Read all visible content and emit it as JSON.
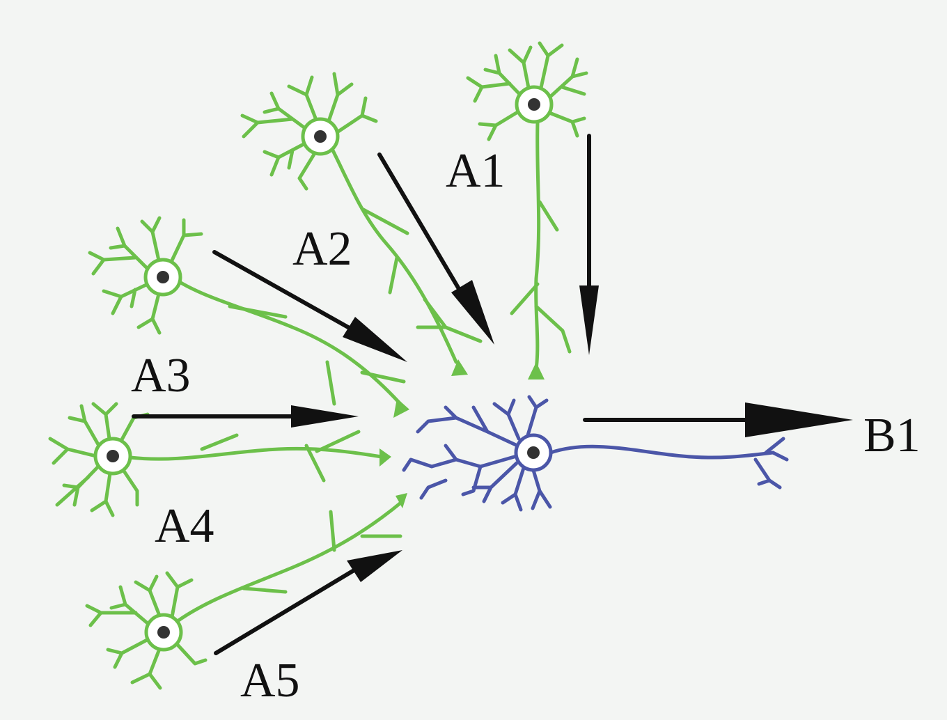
{
  "colors": {
    "background": "#f3f5f3",
    "input_neuron": "#6cc04a",
    "output_neuron": "#4b56a8",
    "arrow": "#111111"
  },
  "labels": {
    "a1": "A1",
    "a2": "A2",
    "a3": "A3",
    "a4": "A4",
    "a5": "A5",
    "b1": "B1"
  },
  "neurons": {
    "inputs": [
      "A1",
      "A2",
      "A3",
      "A4",
      "A5"
    ],
    "output": "B1"
  }
}
